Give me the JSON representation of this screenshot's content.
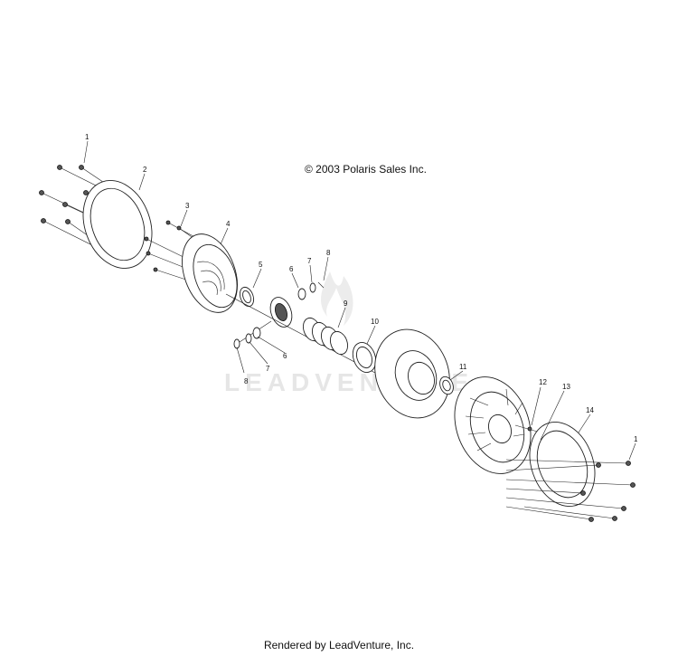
{
  "copyright": "© 2003 Polaris Sales Inc.",
  "watermark": "LEADVENTURE",
  "footer": "Rendered by LeadVenture, Inc.",
  "callouts": [
    "1",
    "2",
    "3",
    "4",
    "5",
    "6",
    "7",
    "8",
    "6",
    "7",
    "8",
    "9",
    "10",
    "11",
    "12",
    "13",
    "14",
    "1"
  ]
}
